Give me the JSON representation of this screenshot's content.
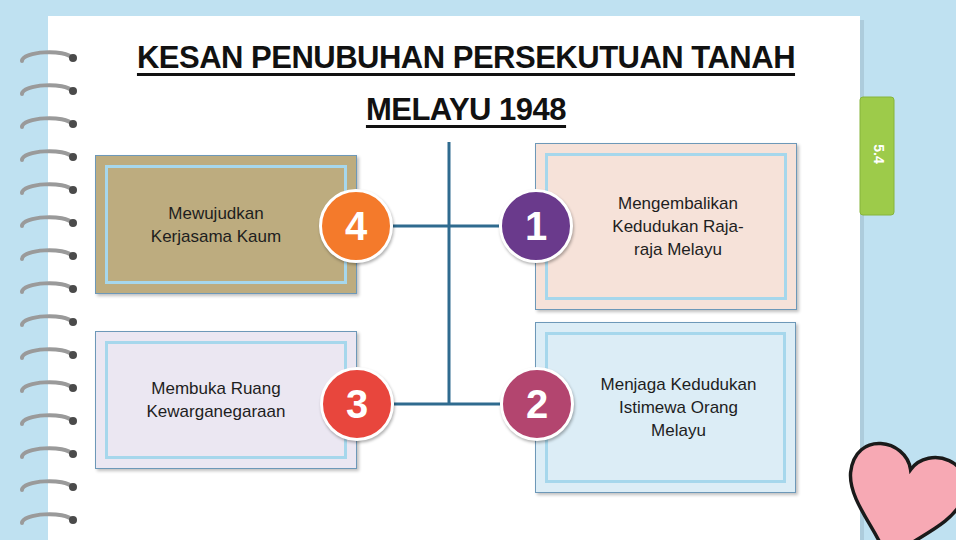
{
  "diagram": {
    "title": "KESAN PENUBUHAN PERSEKUTUAN TANAH MELAYU 1948",
    "nodes": [
      {
        "text": [
          "Mewujudkan Kerjasama Kaum"
        ]
      },
      {
        "text": [
          "4"
        ]
      },
      {
        "text": [
          "1"
        ]
      },
      {
        "text": [
          "Mengembalikan Kedudukan Raja-raja Melayu"
        ]
      },
      {
        "text": [
          "Membuka Ruang Kewarganegaraan"
        ]
      },
      {
        "text": [
          "3"
        ]
      },
      {
        "text": [
          "2"
        ]
      },
      {
        "text": [
          "Menjaga Kedudukan Istimewa Orang Melayu"
        ]
      }
    ],
    "edges": [
      {
        "from": 1,
        "to": 2,
        "arrow": "none"
      },
      {
        "from": 5,
        "to": 6,
        "arrow": "none"
      }
    ],
    "labels": [
      "5.4"
    ]
  }
}
